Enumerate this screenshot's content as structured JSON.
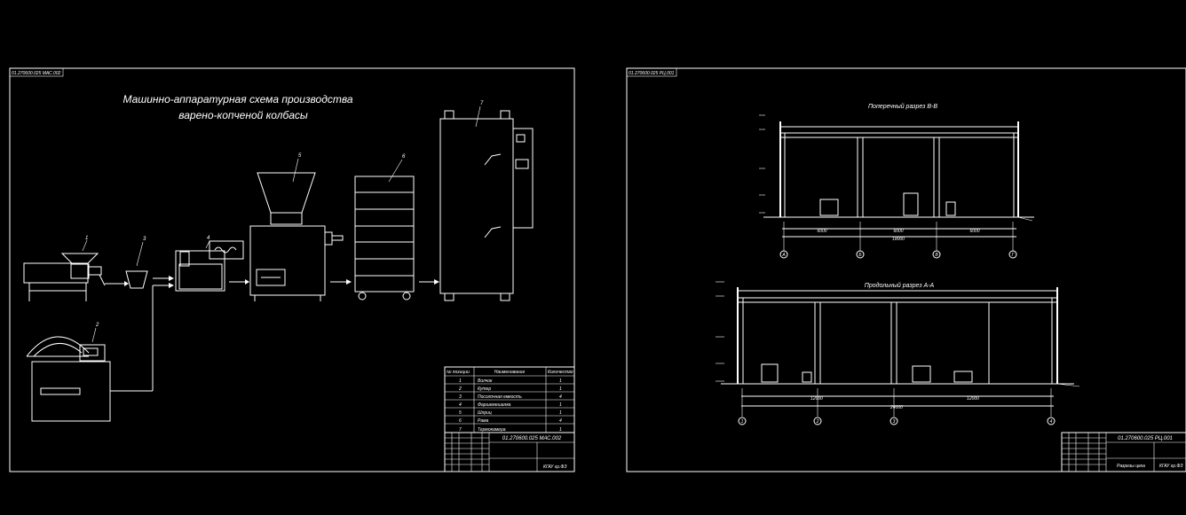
{
  "sheet1": {
    "corner_stamp": "01.270600.025 МАС.002",
    "title_line1": "Машинно-аппаратурная схема производства",
    "title_line2": "варено-копченой колбасы",
    "equipment_labels": [
      "1",
      "2",
      "3",
      "4",
      "5",
      "6",
      "7"
    ],
    "spec_table": {
      "headers": [
        "№ позиции",
        "Наименование",
        "Количество"
      ],
      "rows": [
        {
          "pos": "1",
          "name": "Волчок",
          "qty": "1"
        },
        {
          "pos": "2",
          "name": "Кутер",
          "qty": "1"
        },
        {
          "pos": "3",
          "name": "Посолочная емкость",
          "qty": "4"
        },
        {
          "pos": "4",
          "name": "Фаршемешалка",
          "qty": "1"
        },
        {
          "pos": "5",
          "name": "Шприц",
          "qty": "1"
        },
        {
          "pos": "6",
          "name": "Рама",
          "qty": "4"
        },
        {
          "pos": "7",
          "name": "Термокамера",
          "qty": "1"
        }
      ]
    },
    "stamp_code": "01.270600.025 МАС.002",
    "stamp_org": "КГАУ гр.ФЗ"
  },
  "sheet2": {
    "corner_stamp": "01.270600.025 РЦ.001",
    "section_bb_title": "Поперечный разрез В-В",
    "section_aa_title": "Продольный разрез А-А",
    "bb_dims": [
      "6000",
      "6000",
      "6000",
      "18000"
    ],
    "bb_axes": [
      "А",
      "Б",
      "В",
      "Г"
    ],
    "aa_dims": [
      "12000",
      "12000",
      "24000"
    ],
    "aa_axes": [
      "1",
      "2",
      "3",
      "4"
    ],
    "stamp_code": "01.270600.025 РЦ.001",
    "stamp_sheet_name": "Разрезы цеха",
    "stamp_org": "КГАУ гр.ФЗ"
  }
}
